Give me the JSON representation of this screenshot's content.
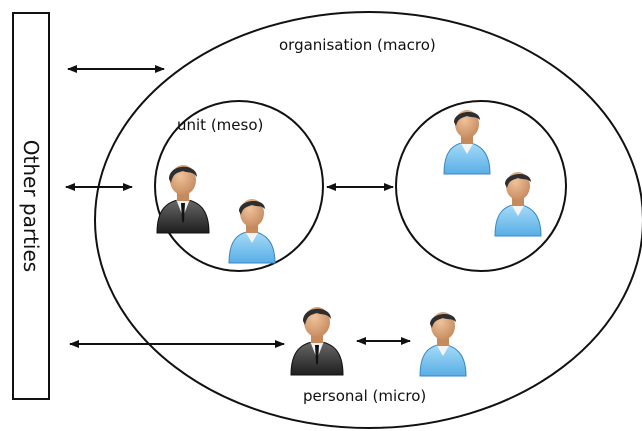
{
  "labels": {
    "other_parties": "Other parties",
    "organisation": "organisation (macro)",
    "unit": "unit (meso)",
    "personal": "personal (micro)"
  },
  "people": [
    {
      "type": "manager-icon"
    },
    {
      "type": "user-icon"
    },
    {
      "type": "user-icon"
    },
    {
      "type": "user-icon"
    },
    {
      "type": "manager-icon"
    },
    {
      "type": "user-icon"
    }
  ],
  "colors": {
    "line": "#111111",
    "skin": "#d9a278",
    "hair": "#2e2e2e",
    "shirt_blue": "#7ec4ee",
    "suit_dark": "#3a3a3a"
  }
}
